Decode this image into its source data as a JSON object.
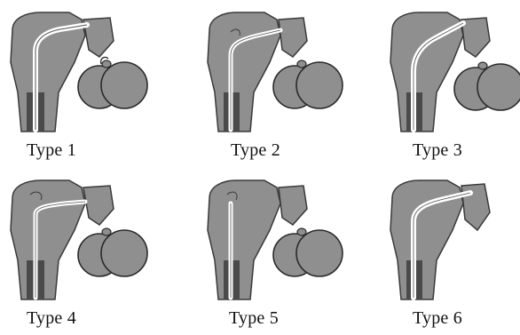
{
  "figure": {
    "panels": [
      {
        "id": "p1",
        "label": "Type 1"
      },
      {
        "id": "p2",
        "label": "Type 2"
      },
      {
        "id": "p3",
        "label": "Type 3"
      },
      {
        "id": "p4",
        "label": "Type 4"
      },
      {
        "id": "p5",
        "label": "Type 5"
      },
      {
        "id": "p6",
        "label": "Type 6"
      }
    ]
  },
  "colors": {
    "bone_fill": "#8f8f8f",
    "bone_outline": "#3a3a3a",
    "canal_dark": "#4a4a4a",
    "implant": "#ffffff",
    "background": "#ffffff"
  }
}
